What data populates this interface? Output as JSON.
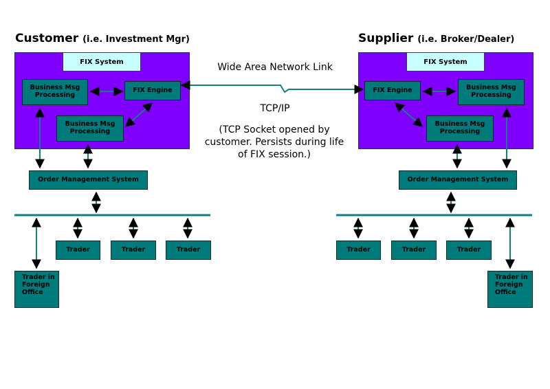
{
  "customer": {
    "title": "Customer",
    "subtitle": "(i.e. Investment Mgr)",
    "fix_system": "FIX System",
    "business_msg_1": "Business Msg Processing",
    "fix_engine": "FIX Engine",
    "business_msg_2": "Business Msg Processing",
    "oms": "Order Management System",
    "traders": [
      "Trader",
      "Trader",
      "Trader"
    ],
    "foreign_office": "Trader in Foreign Office"
  },
  "supplier": {
    "title": "Supplier",
    "subtitle": "(i.e. Broker/Dealer)",
    "fix_system": "FIX System",
    "fix_engine": "FIX Engine",
    "business_msg_1": "Business Msg Processing",
    "business_msg_2": "Business Msg Processing",
    "oms": "Order Management System",
    "traders": [
      "Trader",
      "Trader",
      "Trader"
    ],
    "foreign_office": "Trader in Foreign Office"
  },
  "network": {
    "link_label": "Wide Area Network Link",
    "protocol": "TCP/IP",
    "note": "(TCP Socket opened by customer. Persists during life of FIX session.)"
  },
  "colors": {
    "system_fill": "#7f00ff",
    "component_fill": "#007b7b",
    "fix_system_fill": "#c8ffff",
    "link_color": "#108080"
  }
}
